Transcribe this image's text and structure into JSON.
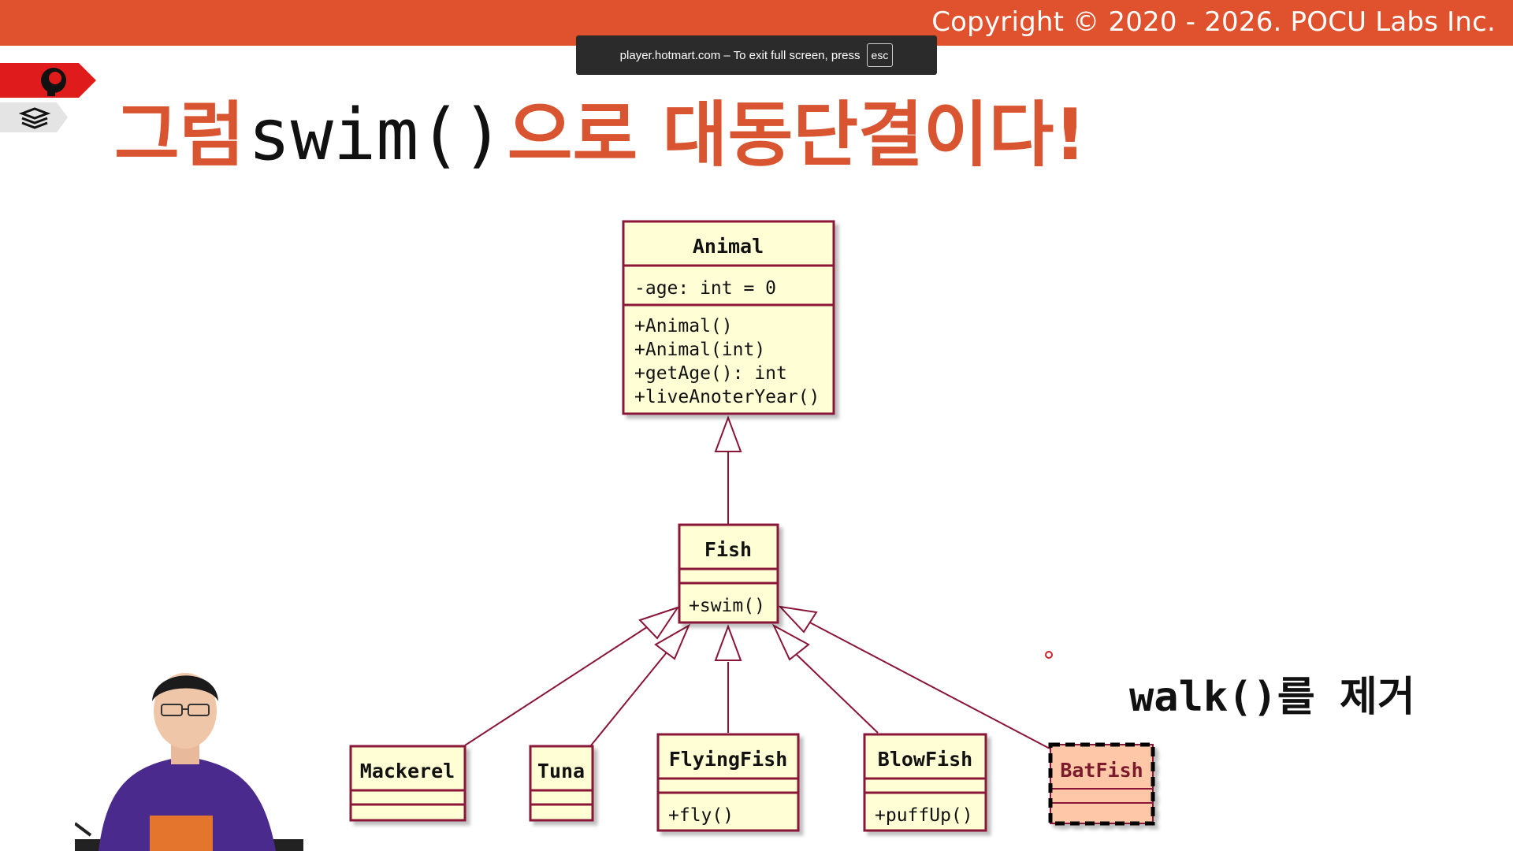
{
  "header": {
    "copyright": "Copyright © 2020 - 2026. POCU Labs Inc.",
    "brand_color": "#e0512d"
  },
  "fullscreen_notice": {
    "text": "player.hotmart.com – To exit full screen, press",
    "key": "esc"
  },
  "slide": {
    "title_prefix": "그럼",
    "title_code": "swim()",
    "title_suffix": "으로 대동단결이다!",
    "annotation": "walk()를 제거"
  },
  "diagram": {
    "classes": [
      {
        "id": "animal",
        "name": "Animal",
        "attributes": [
          "-age: int = 0"
        ],
        "methods": [
          "+Animal()",
          "+Animal(int)",
          "+getAge(): int",
          "+liveAnoterYear()"
        ]
      },
      {
        "id": "fish",
        "name": "Fish",
        "attributes": [],
        "methods": [
          "+swim()"
        ]
      },
      {
        "id": "mackerel",
        "name": "Mackerel",
        "attributes": [],
        "methods": []
      },
      {
        "id": "tuna",
        "name": "Tuna",
        "attributes": [],
        "methods": []
      },
      {
        "id": "flyingfish",
        "name": "FlyingFish",
        "attributes": [],
        "methods": [
          "+fly()"
        ]
      },
      {
        "id": "blowfish",
        "name": "BlowFish",
        "attributes": [],
        "methods": [
          "+puffUp()"
        ]
      },
      {
        "id": "batfish",
        "name": "BatFish",
        "attributes": [],
        "methods": [],
        "highlighted": true
      }
    ],
    "relations": [
      {
        "from": "fish",
        "to": "animal",
        "type": "generalization"
      },
      {
        "from": "mackerel",
        "to": "fish",
        "type": "generalization"
      },
      {
        "from": "tuna",
        "to": "fish",
        "type": "generalization"
      },
      {
        "from": "flyingfish",
        "to": "fish",
        "type": "generalization"
      },
      {
        "from": "blowfish",
        "to": "fish",
        "type": "generalization"
      },
      {
        "from": "batfish",
        "to": "fish",
        "type": "generalization"
      }
    ],
    "colors": {
      "box_fill": "#fffed4",
      "border": "#8a1538",
      "highlight_fill": "#fec8a8"
    }
  },
  "icons": [
    "brain-icon",
    "book-stack-icon"
  ]
}
